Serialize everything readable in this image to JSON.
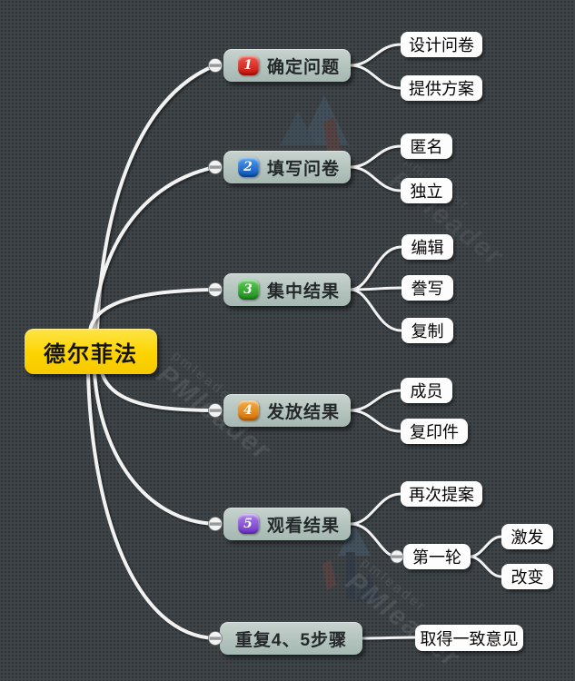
{
  "mindmap": {
    "root": {
      "label": "德尔菲法",
      "color": "#fdd400"
    },
    "branches": [
      {
        "badge": "1",
        "badge_color": "#d8271c",
        "label": "确定问题",
        "children": [
          {
            "label": "设计问卷"
          },
          {
            "label": "提供方案"
          }
        ]
      },
      {
        "badge": "2",
        "badge_color": "#1563c6",
        "label": "填写问卷",
        "children": [
          {
            "label": "匿名"
          },
          {
            "label": "独立"
          }
        ]
      },
      {
        "badge": "3",
        "badge_color": "#28a228",
        "label": "集中结果",
        "children": [
          {
            "label": "编辑"
          },
          {
            "label": "誊写"
          },
          {
            "label": "复制"
          }
        ]
      },
      {
        "badge": "4",
        "badge_color": "#e5820f",
        "label": "发放结果",
        "children": [
          {
            "label": "成员"
          },
          {
            "label": "复印件"
          }
        ]
      },
      {
        "badge": "5",
        "badge_color": "#8a4fd8",
        "label": "观看结果",
        "children": [
          {
            "label": "再次提案"
          },
          {
            "label": "第一轮",
            "children": [
              {
                "label": "激发"
              },
              {
                "label": "改变"
              }
            ]
          }
        ]
      },
      {
        "badge": "",
        "label": "重复4、5步骤",
        "children": [
          {
            "label": "取得一致意见"
          }
        ]
      }
    ],
    "colors": {
      "background": "#3e4448",
      "branch_bg": "#b7c7c1",
      "child_bg": "#ffffff",
      "line": "#f2f2f2",
      "root_bg": "#fdd400"
    },
    "watermark": {
      "small_text": "pmleader",
      "large_text": "PMleader"
    }
  }
}
